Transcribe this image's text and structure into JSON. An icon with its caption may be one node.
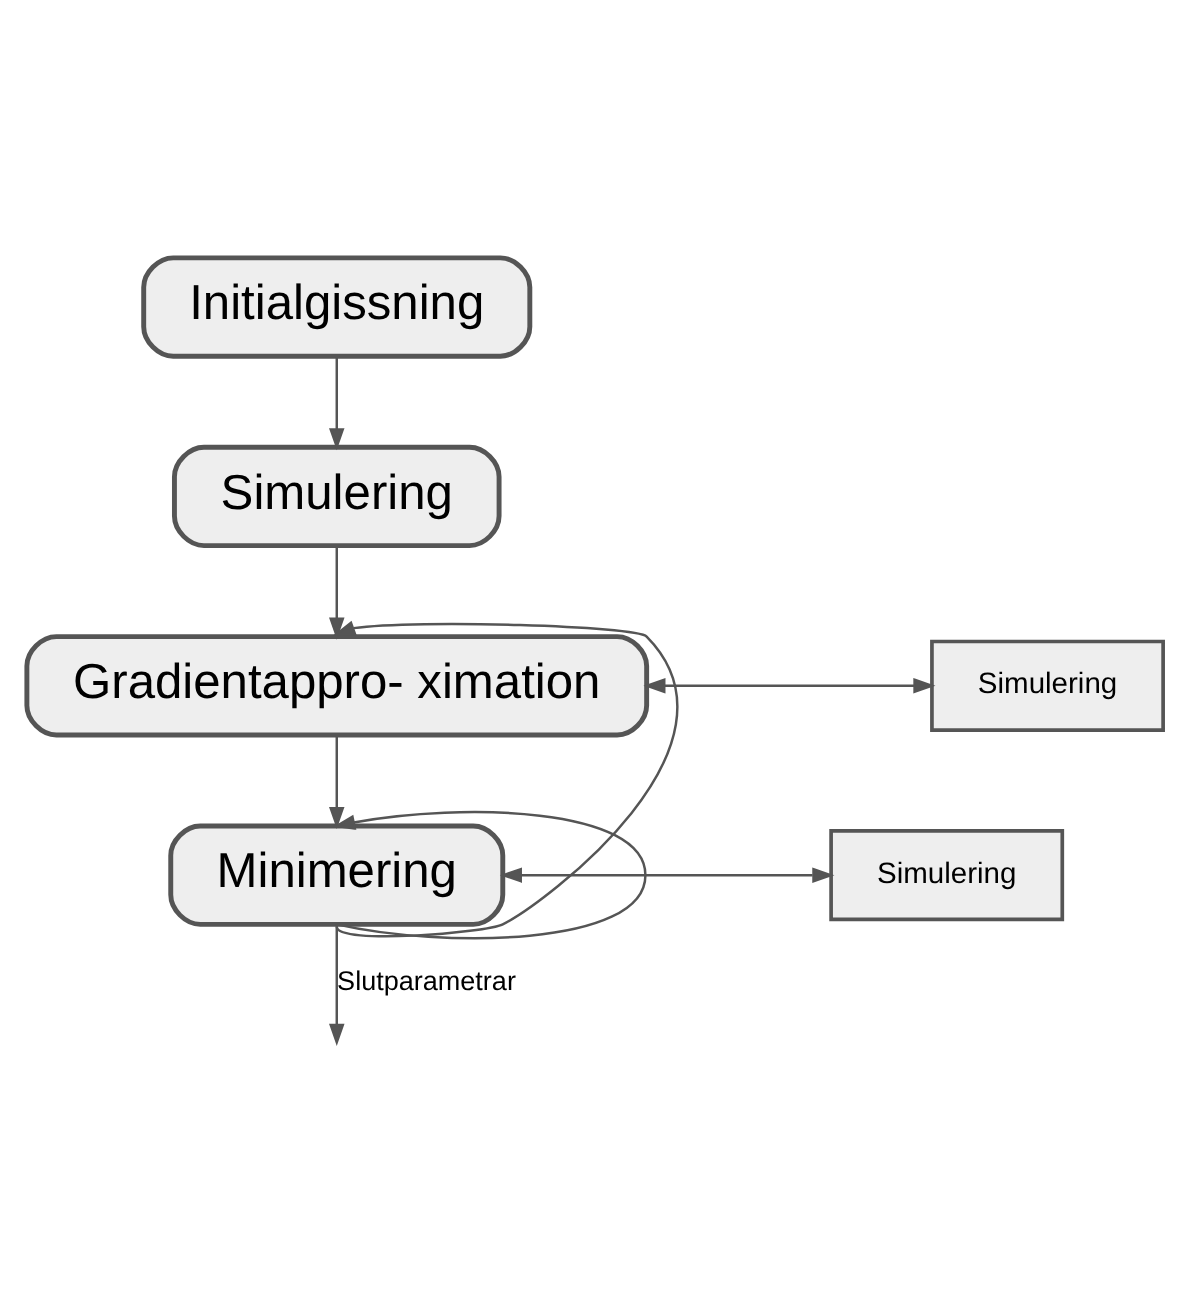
{
  "diagram": {
    "nodes": [
      {
        "text": [
          "Initialgissning"
        ]
      },
      {
        "text": [
          "Simulering"
        ]
      },
      {
        "text": [
          "Gradientappro- ximation"
        ]
      },
      {
        "text": [
          "Simulering"
        ]
      },
      {
        "text": [
          "Minimering"
        ]
      },
      {
        "text": [
          "Simulering"
        ]
      }
    ],
    "edges": [
      {
        "from": 0,
        "to": 1,
        "arrow": "to"
      },
      {
        "from": 1,
        "to": 2,
        "arrow": "to"
      },
      {
        "from": 2,
        "to": 3,
        "arrow": "both"
      },
      {
        "from": 2,
        "to": 4,
        "arrow": "to"
      },
      {
        "from": 4,
        "to": 5,
        "arrow": "both"
      },
      {
        "from": 4,
        "to": 4,
        "arrow": "to"
      },
      {
        "from": 4,
        "to": 2,
        "arrow": "to"
      },
      {
        "from": 4,
        "to": null,
        "arrow": "to",
        "label": "Slutparametrar"
      }
    ]
  }
}
